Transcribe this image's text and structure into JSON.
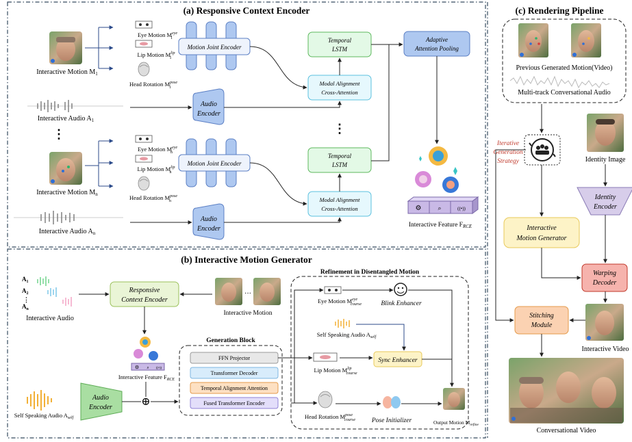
{
  "panel_a": {
    "title": "(a) Responsive Context Encoder",
    "interactive_motion_1": "Interactive Motion M",
    "interactive_motion_1_sub": "1",
    "interactive_motion_n": "Interactive Motion M",
    "interactive_motion_n_sub": "n",
    "eye_motion_1": "Eye Motion M",
    "eye_motion_1_sup": "eye",
    "eye_motion_1_sub": "1",
    "lip_motion_1": "Lip Motion M",
    "lip_motion_1_sup": "lip",
    "lip_motion_1_sub": "1",
    "head_rot_1": "Head Rotation M",
    "head_rot_1_sup": "pose",
    "head_rot_1_sub": "1",
    "eye_motion_n": "Eye Motion M",
    "eye_motion_n_sup": "eye",
    "eye_motion_n_sub": "n",
    "lip_motion_n": "Lip Motion M",
    "lip_motion_n_sup": "lip",
    "lip_motion_n_sub": "n",
    "head_rot_n": "Head Rotation M",
    "head_rot_n_sup": "pose",
    "head_rot_n_sub": "n",
    "motion_joint_encoder": "Motion Joint Encoder",
    "audio_encoder_l1": "Audio",
    "audio_encoder_l2": "Encoder",
    "temporal_lstm_l1": "Temporal",
    "temporal_lstm_l2": "LSTM",
    "modal_align_l1": "Modal Alignment",
    "modal_align_l2": "Cross-Attention",
    "adaptive_pool_l1": "Adaptive",
    "adaptive_pool_l2": "Attention Pooling",
    "interactive_audio_1": "Interactive Audio A",
    "interactive_audio_1_sub": "1",
    "interactive_audio_n": "Interactive Audio A",
    "interactive_audio_n_sub": "n",
    "interactive_feature": "Interactive Feature F",
    "interactive_feature_sub": "RCE",
    "vdots": "⋮"
  },
  "panel_b": {
    "title": "(b) Interactive Motion Generator",
    "audio_labels": [
      "A",
      "A",
      "⋮",
      "A"
    ],
    "audio_subs": [
      "1",
      "2",
      "",
      "n"
    ],
    "interactive_audio": "Interactive Audio",
    "rce_l1": "Responsive",
    "rce_l2": "Context Encoder",
    "interactive_motion": "Interactive Motion",
    "ellipsis": "···",
    "interactive_feature": "Interactive Feature F",
    "interactive_feature_sub": "RCE",
    "generation_block": "Generation Block",
    "ffn": "FFN Projector",
    "transformer_decoder": "Transformer Decoder",
    "temporal_alignment": "Temporal Alignment Attention",
    "fused_encoder": "Fused Transformer Encoder",
    "audio_encoder_l1": "Audio",
    "audio_encoder_l2": "Encoder",
    "self_audio": "Self Speaking Audio A",
    "self_audio_sub": "self",
    "oplus": "⊕",
    "refinement_title": "Refinement in Disentangled Motion",
    "eye_motion": "Eye Motion M",
    "eye_motion_sup": "eye",
    "eye_motion_sub": "course",
    "blink_enhancer": "Blink Enhancer",
    "self_audio_2": "Self Speaking Audio A",
    "self_audio_2_sub": "self",
    "lip_motion": "Lip Motion M",
    "lip_motion_sup": "lip",
    "lip_motion_sub": "course",
    "sync_enhancer": "Sync Enhancer",
    "head_rotation": "Head Rotation M",
    "head_rotation_sup": "pose",
    "head_rotation_sub": "course",
    "pose_initializer": "Pose Initializer",
    "output_motion": "Output Motion M",
    "output_motion_sub": "refine"
  },
  "panel_c": {
    "title": "(c) Rendering Pipeline",
    "prev_motion": "Previous Generated Motion(Video)",
    "multitrack_audio": "Multi-track Conversational Audio",
    "iterative_l1": "Iterative",
    "iterative_l2": "Generation",
    "iterative_l3": "Strategy",
    "identity_image": "Identity Image",
    "identity_encoder_l1": "Identity",
    "identity_encoder_l2": "Encoder",
    "img_l1": "Interactive",
    "img_l2": "Motion Generator",
    "warping_l1": "Warping",
    "warping_l2": "Decoder",
    "stitching_l1": "Stitching",
    "stitching_l2": "Module",
    "interactive_video": "Interactive Video",
    "conversational_video": "Conversational Video"
  },
  "colors": {
    "blue_fill": "#aec8f0",
    "blue_stroke": "#5b7fc4",
    "green_fill": "#e3f9e6",
    "green_stroke": "#5cb85c",
    "cyan_fill": "#e6f8fd",
    "cyan_stroke": "#5bc0de",
    "yellow_fill": "#fdf3c7",
    "yellow_stroke": "#e8c95a",
    "purple_fill": "#d7cdea",
    "red_fill": "#f6b3ad",
    "red_stroke": "#c0392b",
    "orange_fill": "#fbd2b2",
    "iterative_red": "#c0392b"
  }
}
